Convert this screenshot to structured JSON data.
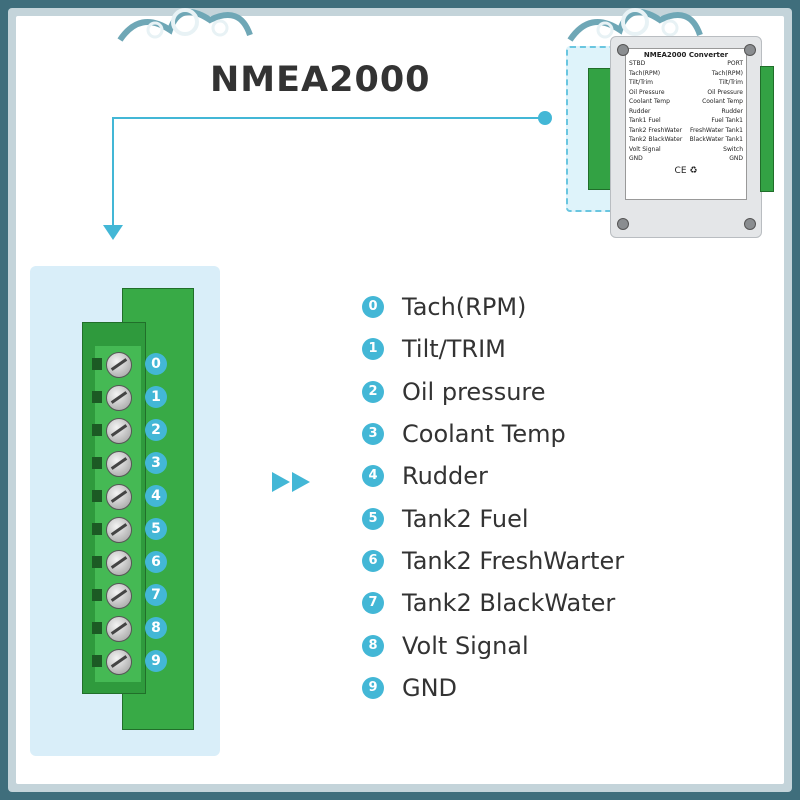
{
  "title": "NMEA2000",
  "device": {
    "header": "NMEA2000 Converter",
    "rows": [
      [
        "STBD",
        "PORT"
      ],
      [
        "Tach(RPM)",
        "Tach(RPM)"
      ],
      [
        "Tilt/Trim",
        "Tilt/Trim"
      ],
      [
        "Oil Pressure",
        "Oil Pressure"
      ],
      [
        "Coolant Temp",
        "Coolant Temp"
      ],
      [
        "Rudder",
        "Rudder"
      ],
      [
        "Tank1 Fuel",
        "Fuel Tank1"
      ],
      [
        "Tank2 FreshWater",
        "FreshWater Tank1"
      ],
      [
        "Tank2 BlackWater",
        "BlackWater Tank1"
      ],
      [
        "Volt Signal",
        "Switch"
      ],
      [
        "GND",
        "GND"
      ]
    ],
    "marks": "CE ♻"
  },
  "pins": [
    "0",
    "1",
    "2",
    "3",
    "4",
    "5",
    "6",
    "7",
    "8",
    "9"
  ],
  "items": [
    {
      "num": "0",
      "label": "Tach(RPM)"
    },
    {
      "num": "1",
      "label": "Tilt/TRIM"
    },
    {
      "num": "2",
      "label": "Oil pressure"
    },
    {
      "num": "3",
      "label": "Coolant Temp"
    },
    {
      "num": "4",
      "label": "Rudder"
    },
    {
      "num": "5",
      "label": "Tank2 Fuel"
    },
    {
      "num": "6",
      "label": "Tank2 FreshWarter"
    },
    {
      "num": "7",
      "label": "Tank2 BlackWater"
    },
    {
      "num": "8",
      "label": "Volt Signal"
    },
    {
      "num": "9",
      "label": "GND"
    }
  ],
  "colors": {
    "accent": "#43b7d6",
    "terminal_green": "#38aa46",
    "frame": "#3f6e7c"
  }
}
